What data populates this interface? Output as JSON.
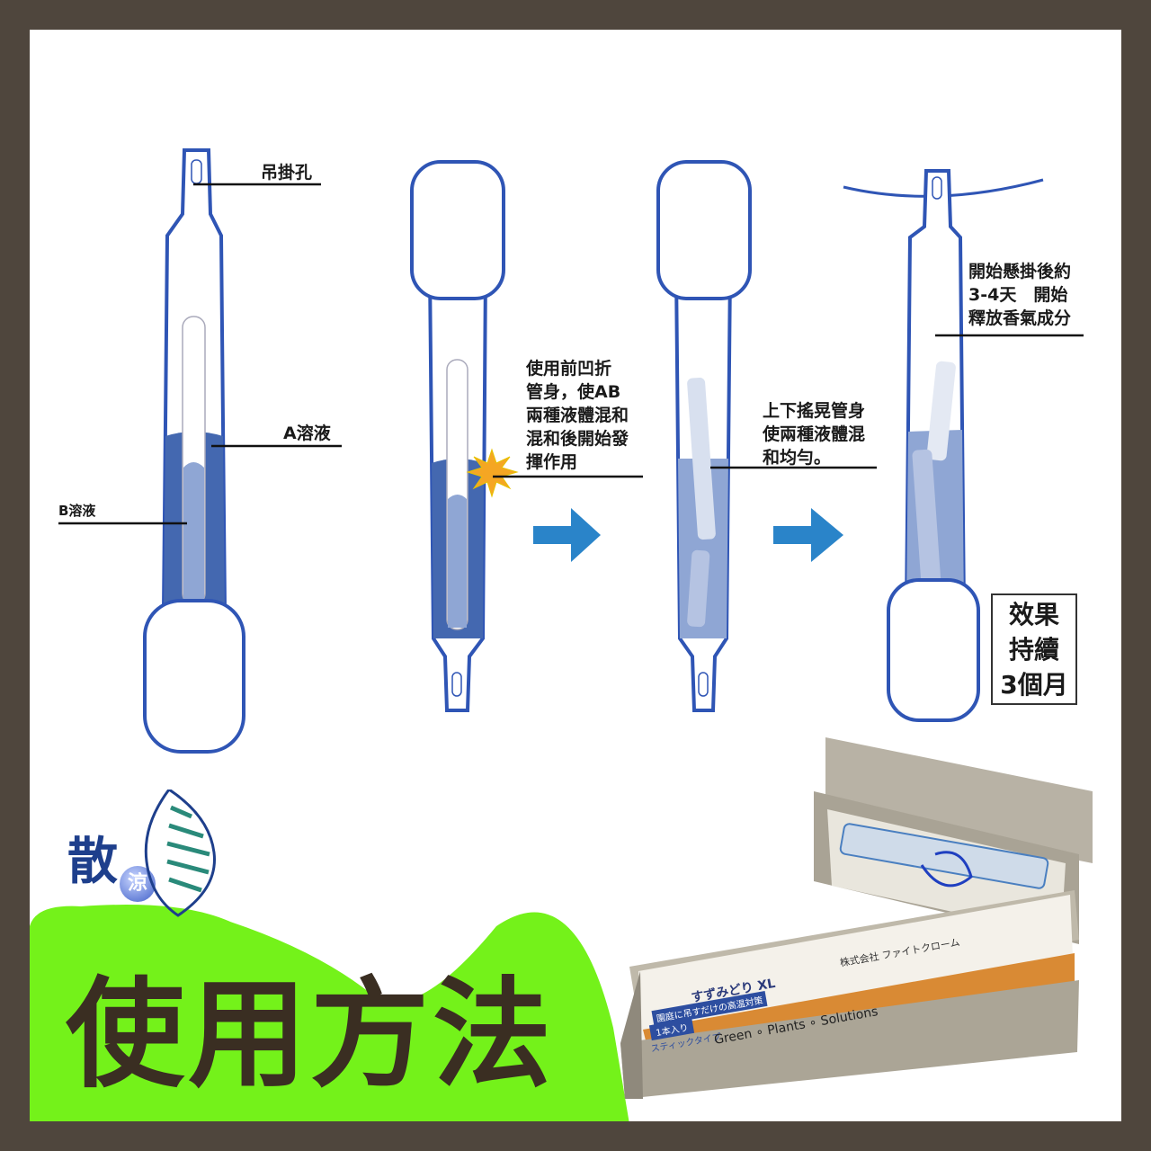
{
  "labels": {
    "hanging_hole": "吊掛孔",
    "solution_a": "A溶液",
    "solution_b": "B溶液"
  },
  "steps": [
    {
      "text": "使用前凹折\n管身，使AB\n兩種液體混和\n混和後開始發\n揮作用"
    },
    {
      "text": "上下搖晃管身\n使兩種液體混\n和均勻。"
    },
    {
      "text": "開始懸掛後約\n3-4天　開始\n釋放香氣成分"
    }
  ],
  "effect_box": "效果\n持續\n3個月",
  "title": "使用方法",
  "logo": {
    "main": "散",
    "sub": "涼"
  },
  "package": {
    "tagline": "Green ∘ Plants ∘ Solutions",
    "product": "すずみどり XL",
    "company": "株式会社 ファイトクローム",
    "banner": "園庭に吊すだけの高温対策",
    "count": "1本入り",
    "type": "スティックタイプ"
  },
  "colors": {
    "frame": "#4f463d",
    "green": "#74f21a",
    "tube": "#2f55b5",
    "liquid_dark": "#4468b0",
    "liquid_light": "#8fa6d4",
    "arrow": "#2a84c9",
    "title": "#3a2e22"
  }
}
